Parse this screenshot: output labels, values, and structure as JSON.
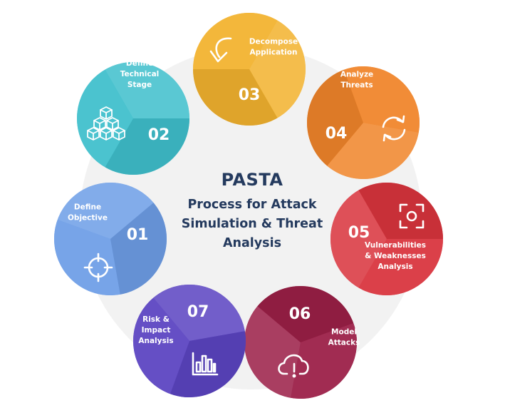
{
  "center": {
    "title": "PASTA",
    "subtitle_lines": [
      "Process for Attack",
      "Simulation & Threat",
      "Analysis"
    ]
  },
  "stages": [
    {
      "number": "01",
      "label_lines": [
        "Define",
        "Objective"
      ],
      "icon": "crosshair-icon",
      "color": "#6e9ee6"
    },
    {
      "number": "02",
      "label_lines": [
        "Define",
        "Technical",
        "Stage"
      ],
      "icon": "cubes-icon",
      "color": "#3fbfcc"
    },
    {
      "number": "03",
      "label_lines": [
        "Decompose",
        "Application"
      ],
      "icon": "arrow-down-curve-icon",
      "color": "#f2b22f"
    },
    {
      "number": "04",
      "label_lines": [
        "Analyze",
        "Threats"
      ],
      "icon": "refresh-icon",
      "color": "#f0852a"
    },
    {
      "number": "05",
      "label_lines": [
        "Vulnerabilities",
        "& Weaknesses",
        "Analysis"
      ],
      "icon": "scan-icon",
      "color": "#d9343d"
    },
    {
      "number": "06",
      "label_lines": [
        "Model",
        "Attacks"
      ],
      "icon": "cloud-alert-icon",
      "color": "#9b1f47"
    },
    {
      "number": "07",
      "label_lines": [
        "Risk &",
        "Impact",
        "Analysis"
      ],
      "icon": "bar-chart-icon",
      "color": "#5b44c1"
    }
  ]
}
